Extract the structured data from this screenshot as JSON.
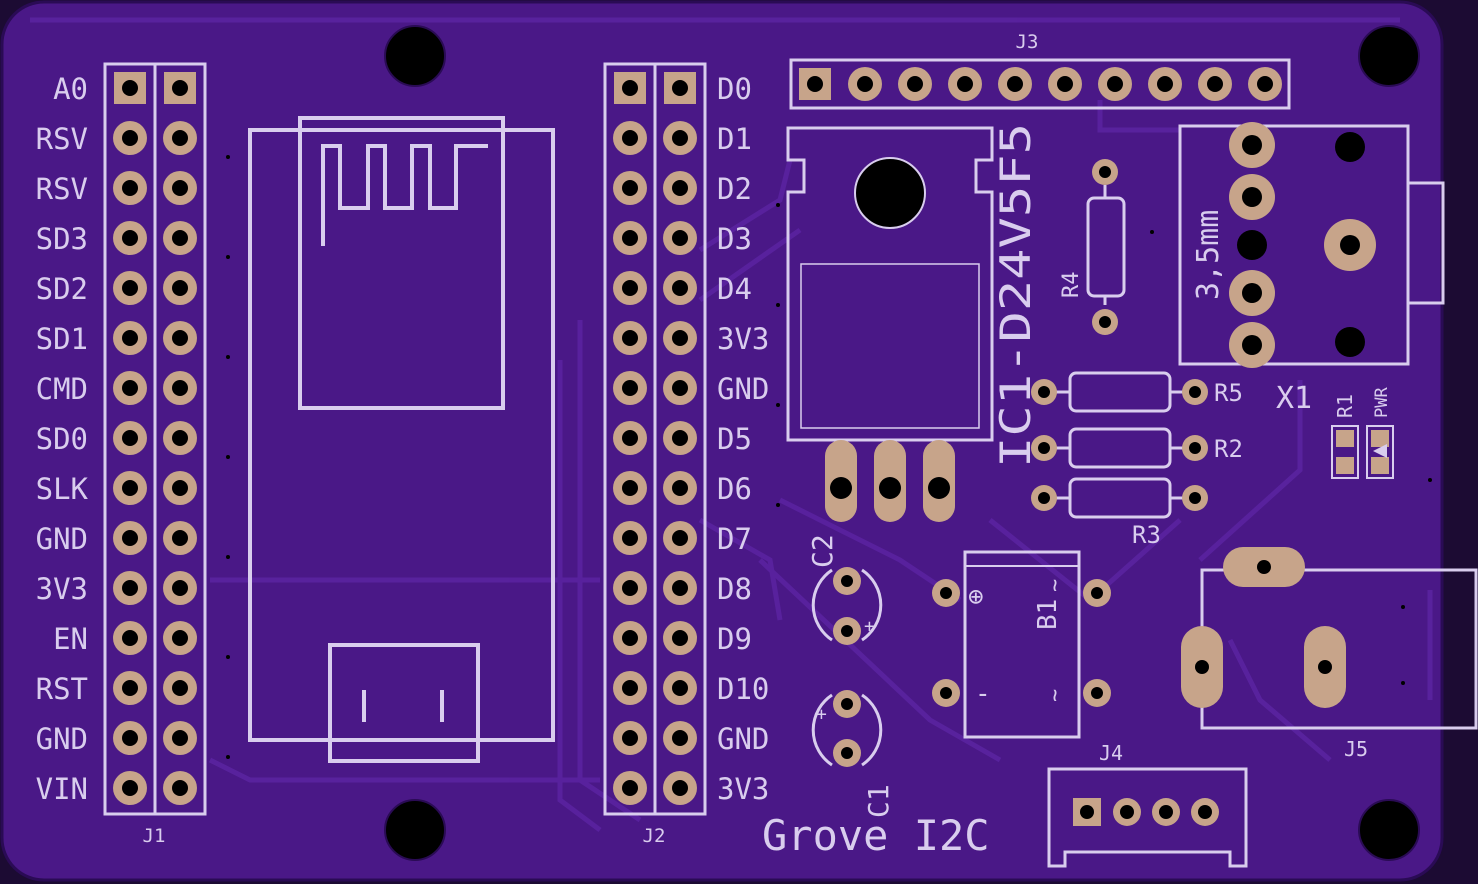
{
  "colors": {
    "board": "#4a1887",
    "board_edge": "#2a0b55",
    "copper_trace": "#5a23a0",
    "silk": "#d9cdee",
    "pad": "#c7a48a",
    "hole": "#000000"
  },
  "j1": {
    "ref": "J1",
    "pins": [
      "A0",
      "RSV",
      "RSV",
      "SD3",
      "SD2",
      "SD1",
      "CMD",
      "SD0",
      "SLK",
      "GND",
      "3V3",
      "EN",
      "RST",
      "GND",
      "VIN"
    ]
  },
  "j2": {
    "ref": "J2",
    "pins": [
      "D0",
      "D1",
      "D2",
      "D3",
      "D4",
      "3V3",
      "GND",
      "D5",
      "D6",
      "D7",
      "D8",
      "D9",
      "D10",
      "GND",
      "3V3"
    ]
  },
  "j3": {
    "ref": "J3"
  },
  "j4": {
    "ref": "J4"
  },
  "j5": {
    "ref": "J5"
  },
  "ic1": {
    "ref": "IC1-D24V5F5"
  },
  "r4": {
    "ref": "R4"
  },
  "r5": {
    "ref": "R5"
  },
  "r2": {
    "ref": "R2"
  },
  "r3": {
    "ref": "R3"
  },
  "r1": {
    "ref": "R1"
  },
  "pwr": {
    "ref": "PWR"
  },
  "x1": {
    "ref": "X1",
    "size": "3,5mm"
  },
  "c1": {
    "ref": "C1"
  },
  "c2": {
    "ref": "C2"
  },
  "b1": {
    "ref": "B1",
    "plus": "⊕",
    "minus": "-",
    "ac1": "~",
    "ac2": "~"
  },
  "grove": {
    "label": "Grove I2C"
  }
}
